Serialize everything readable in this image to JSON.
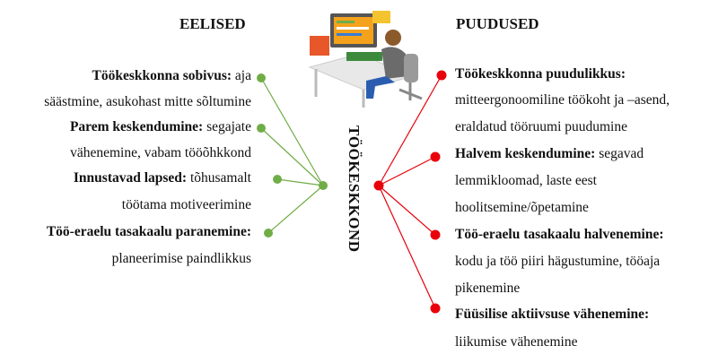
{
  "headers": {
    "left": "EELISED",
    "right": "PUUDUSED",
    "center": "TÖÖKESKKOND"
  },
  "advantages": [
    {
      "title": "Töökeskkonna sobivus:",
      "line1": " aja",
      "line2": "säästmine, asukohast mitte sõltumine"
    },
    {
      "title": "Parem keskendumine:",
      "line1": " segajate",
      "line2": "vähenemine, vabam tööõhkkond"
    },
    {
      "title": "Innustavad lapsed:",
      "line1": " tõhusamalt",
      "line2": "töötama motiveerimine"
    },
    {
      "title": "Töö-eraelu tasakaalu paranemine:",
      "line1": "",
      "line2": "planeerimise paindlikkus"
    }
  ],
  "disadvantages": [
    {
      "title": "Töökeskkonna puudulikkus:",
      "line1": "",
      "line2": "mitteergonoomiline töökoht ja –asend,",
      "line3": "eraldatud tööruumi puudumine"
    },
    {
      "title": "Halvem keskendumine:",
      "line1": " segavad",
      "line2": "lemmikloomad, laste eest",
      "line3": "hoolitsemine/õpetamine"
    },
    {
      "title": "Töö-eraelu tasakaalu halvenemine:",
      "line1": "",
      "line2": "kodu ja töö piiri hägustumine, tööaja",
      "line3": "pikenemine"
    },
    {
      "title": "Füüsilise aktiivsuse vähenemine:",
      "line1": "",
      "line2": "liikumise vähenemine"
    }
  ],
  "colors": {
    "advantage": "#70ad47",
    "disadvantage": "#e8000b"
  }
}
